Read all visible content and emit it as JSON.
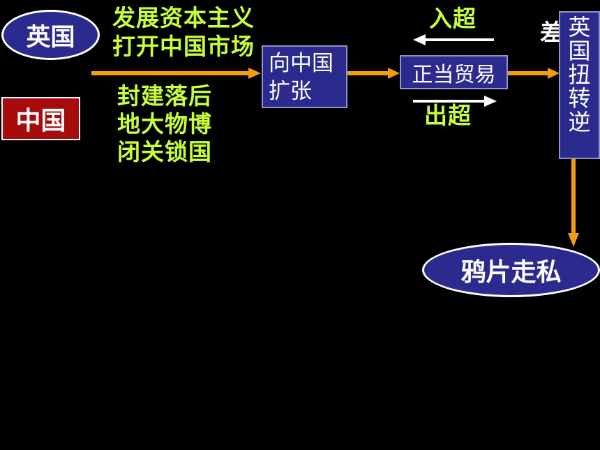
{
  "nodes": {
    "britain": "英国",
    "china": "中国",
    "expand": "向中国扩张",
    "trade": "正当贸易",
    "britain_reverse": "英国扭转逆",
    "opium": "鸦片走私"
  },
  "labels": {
    "britain_line1": "发展资本主义",
    "britain_line2": "打开中国市场",
    "china_line1": "封建落后",
    "china_line2": "地大物博",
    "china_line3": "闭关锁国",
    "import_surplus": "入超",
    "export_surplus": "出超",
    "difference": "差"
  },
  "colors": {
    "background": "#000000",
    "oval_fill": "#2b2b8f",
    "china_fill": "#a80b0b",
    "arrow": "#f39c12",
    "label_green": "#c8ff3b"
  }
}
